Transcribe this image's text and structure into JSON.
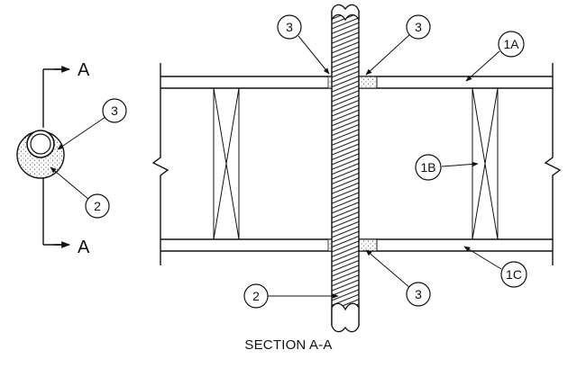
{
  "drawing": {
    "caption": "SECTION A-A",
    "section_marker_top": "A",
    "section_marker_bottom": "A",
    "callouts": {
      "plan_sealant": "3",
      "plan_pipe": "2",
      "top_left_sealant": "3",
      "top_right_sealant": "3",
      "top_membrane": "1A",
      "stud": "1B",
      "bottom_membrane": "1C",
      "bottom_pipe": "2",
      "bottom_sealant": "3"
    }
  }
}
